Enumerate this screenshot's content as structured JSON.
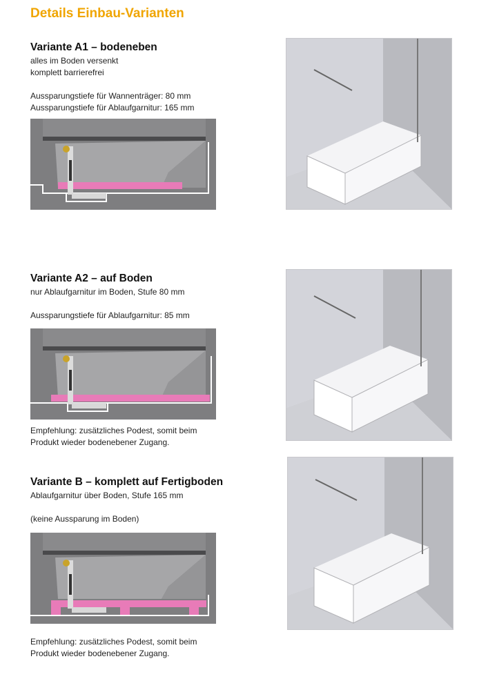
{
  "page_title": "Details Einbau-Varianten",
  "variants": [
    {
      "heading": "Variante A1 – bodeneben",
      "lines": [
        "alles im Boden versenkt",
        "komplett barrierefrei"
      ],
      "specs": [
        "Aussparungstiefe für Wannenträger: 80 mm",
        "Aussparungstiefe für Ablaufgarnitur: 165 mm"
      ],
      "note": []
    },
    {
      "heading": "Variante A2 – auf Boden",
      "lines": [
        "nur Ablaufgarnitur im Boden, Stufe 80 mm"
      ],
      "specs": [
        "Aussparungstiefe für Ablaufgarnitur: 85 mm"
      ],
      "note": [
        "Empfehlung: zusätzliches Podest, somit beim",
        "Produkt wieder bodenebener Zugang."
      ]
    },
    {
      "heading": "Variante B – komplett auf Fertigboden",
      "lines": [
        "Ablaufgarnitur über Boden, Stufe 165 mm"
      ],
      "specs": [
        "(keine Aussparung im Boden)"
      ],
      "note": [
        "Empfehlung: zusätzliches Podest, somit beim",
        "Produkt wieder bodenebener Zugang."
      ]
    }
  ],
  "colors": {
    "title": "#f0a500",
    "support_pink": "#e87bb8",
    "diagram_bg": "#7e7e80",
    "render_bg": "#e7e8ee"
  }
}
